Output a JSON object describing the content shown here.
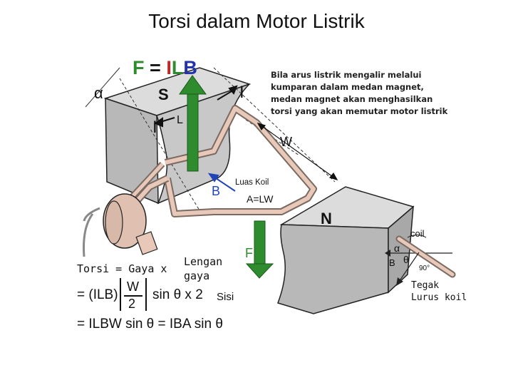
{
  "title": "Torsi dalam Motor Listrik",
  "formula_top": {
    "F": "F",
    "eq": "=",
    "I": "I",
    "L": "L",
    "B": "B"
  },
  "description": [
    "Bila arus listrik mengalir melalui",
    "kumparan dalam medan magnet,",
    "medan magnet akan menghasilkan",
    "torsi yang akan memutar motor listrik"
  ],
  "labels": {
    "alpha": "α",
    "S": "S",
    "N": "N",
    "I_top": "I",
    "I_left": "I",
    "L": "L",
    "W": "W",
    "B_center": "B",
    "luas_koil": "Luas Koil",
    "area_formula": "A=LW",
    "F_bottom": "F",
    "coil": "coil",
    "alpha_small": "α",
    "theta_small": "θ",
    "B_right": "B",
    "deg90": "90°",
    "tegak": "Tegak",
    "lurus_koil": "Lurus koil"
  },
  "torque": {
    "line1_left": "Torsi = Gaya x",
    "lengan1": "Lengan",
    "lengan2": "gaya",
    "line2_a": "= (ILB)",
    "frac_num": "W",
    "frac_den": "2",
    "line2_b": "sin θ  x  2",
    "sisi": "Sisi",
    "line3": "= ILBW sin θ = IBA sin θ"
  },
  "colors": {
    "force_green": "#2e8b2e",
    "formula_red": "#cc2222",
    "formula_blue": "#2233aa",
    "magnet_grey": "#b8b8b8",
    "coil_pink": "#e8c8b8",
    "arrow_blue": "#2244bb"
  }
}
